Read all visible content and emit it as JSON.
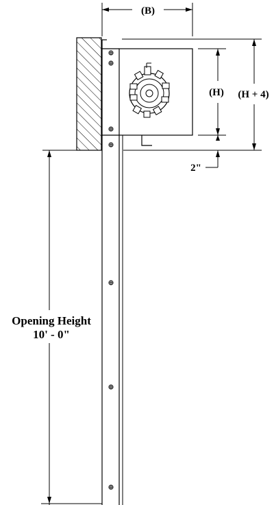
{
  "drawing": {
    "labels": {
      "width_dim": "(B)",
      "height_dim": "(H)",
      "total_height_dim": "(H + 4)",
      "clearance_dim": "2\"",
      "opening_height_title": "Opening Height",
      "opening_height_value": "10' - 0\""
    },
    "colors": {
      "line": "#000000",
      "background": "#ffffff"
    }
  }
}
